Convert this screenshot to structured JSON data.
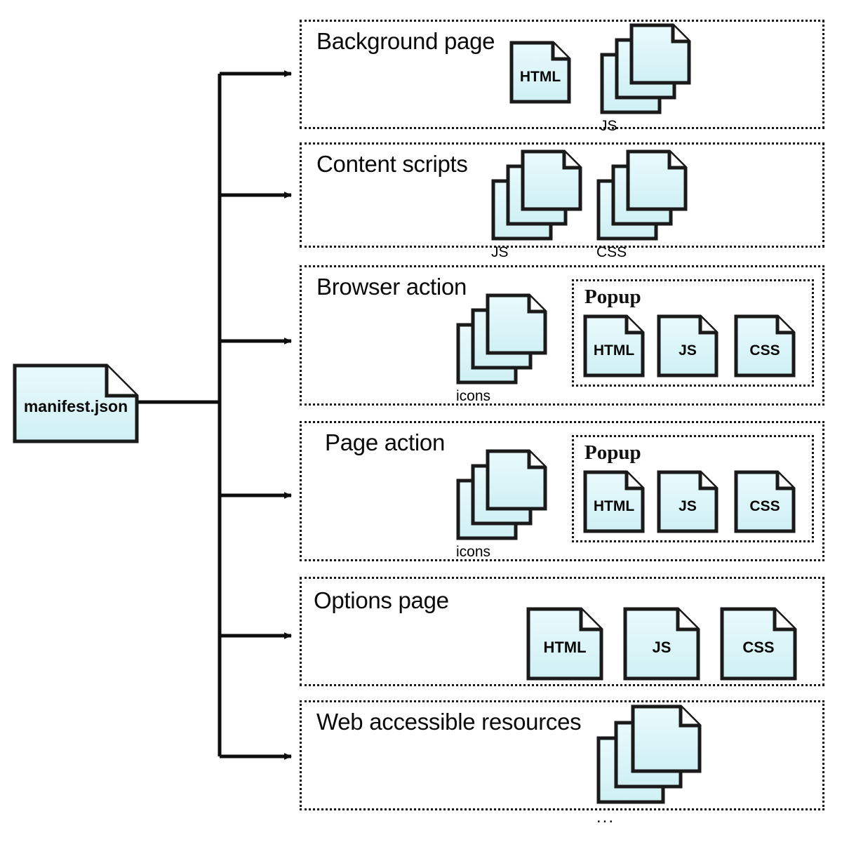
{
  "diagram": {
    "title": "Chrome extension manifest structure",
    "root": {
      "label": "manifest.json",
      "shape": "document"
    },
    "colors": {
      "doc_fill_top": "#e4f8fb",
      "doc_fill_bottom": "#cdf0f4",
      "doc_stroke": "#1a1a1a",
      "box_stroke": "#141414",
      "text": "#0a0a0a",
      "background": "#ffffff"
    },
    "sections": [
      {
        "id": "background-page",
        "label": "Background page",
        "items": [
          {
            "label": "HTML",
            "stacked": false
          },
          {
            "label": "JS",
            "stacked": true
          }
        ]
      },
      {
        "id": "content-scripts",
        "label": "Content scripts",
        "items": [
          {
            "label": "JS",
            "stacked": true
          },
          {
            "label": "CSS",
            "stacked": true
          }
        ]
      },
      {
        "id": "browser-action",
        "label": "Browser action",
        "items": [
          {
            "label": "icons",
            "stacked": true
          }
        ],
        "group": {
          "label": "Popup",
          "items": [
            {
              "label": "HTML",
              "stacked": false
            },
            {
              "label": "JS",
              "stacked": false
            },
            {
              "label": "CSS",
              "stacked": false
            }
          ]
        }
      },
      {
        "id": "page-action",
        "label": "Page action",
        "items": [
          {
            "label": "icons",
            "stacked": true
          }
        ],
        "group": {
          "label": "Popup",
          "items": [
            {
              "label": "HTML",
              "stacked": false
            },
            {
              "label": "JS",
              "stacked": false
            },
            {
              "label": "CSS",
              "stacked": false
            }
          ]
        }
      },
      {
        "id": "options-page",
        "label": "Options page",
        "items": [
          {
            "label": "HTML",
            "stacked": false
          },
          {
            "label": "JS",
            "stacked": false
          },
          {
            "label": "CSS",
            "stacked": false
          }
        ]
      },
      {
        "id": "web-accessible-resources",
        "label": "Web accessible resources",
        "items": [
          {
            "label": "...",
            "stacked": true
          }
        ]
      }
    ]
  }
}
